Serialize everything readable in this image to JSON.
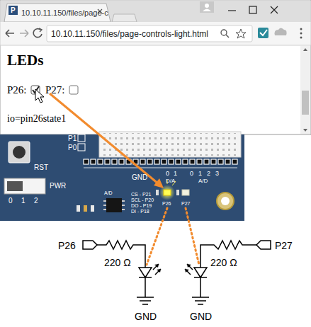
{
  "diagram": {
    "labels": [
      "P",
      "10.10.11.150/files/page-c",
      "10.10.11.150/files/page-controls-light.html",
      "LEDs",
      "P26:",
      "P27:",
      "io=pin26state1",
      "P1",
      "P0",
      "RST",
      "PWR",
      "0",
      "1",
      "2",
      "GND",
      "0",
      "1",
      "0",
      "1",
      "2",
      "3",
      "D/A",
      "A/D",
      "A/D",
      "CS - P21",
      "SCL - P20",
      "DO - P19",
      "DI - P18",
      "P26",
      "P27",
      "P26",
      "220 Ω",
      "GND",
      "220 Ω",
      "P27",
      "GND"
    ]
  }
}
